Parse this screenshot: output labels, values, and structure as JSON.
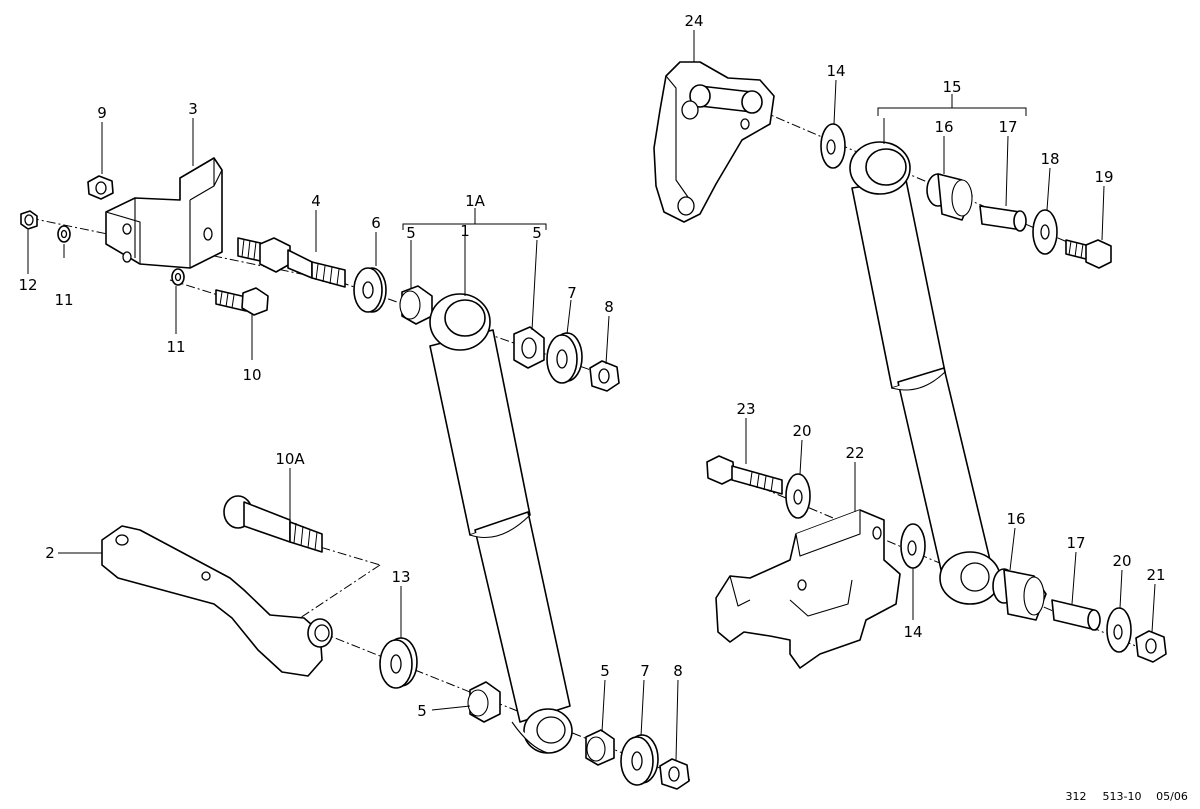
{
  "callouts": {
    "c1A": "1A",
    "c1": "1",
    "c2": "2",
    "c3": "3",
    "c4": "4",
    "c5a": "5",
    "c5b": "5",
    "c5c": "5",
    "c5d": "5",
    "c6": "6",
    "c7a": "7",
    "c7b": "7",
    "c8a": "8",
    "c8b": "8",
    "c9": "9",
    "c10": "10",
    "c10A": "10A",
    "c11a": "11",
    "c11b": "11",
    "c12": "12",
    "c13": "13",
    "c14a": "14",
    "c14b": "14",
    "c15": "15",
    "c16a": "16",
    "c16b": "16",
    "c17a": "17",
    "c17b": "17",
    "c18": "18",
    "c19": "19",
    "c20a": "20",
    "c20b": "20",
    "c21": "21",
    "c22": "22",
    "c23": "23",
    "c24": "24"
  },
  "footer": {
    "code1": "312",
    "code2": "513-10",
    "date": "05/06"
  }
}
